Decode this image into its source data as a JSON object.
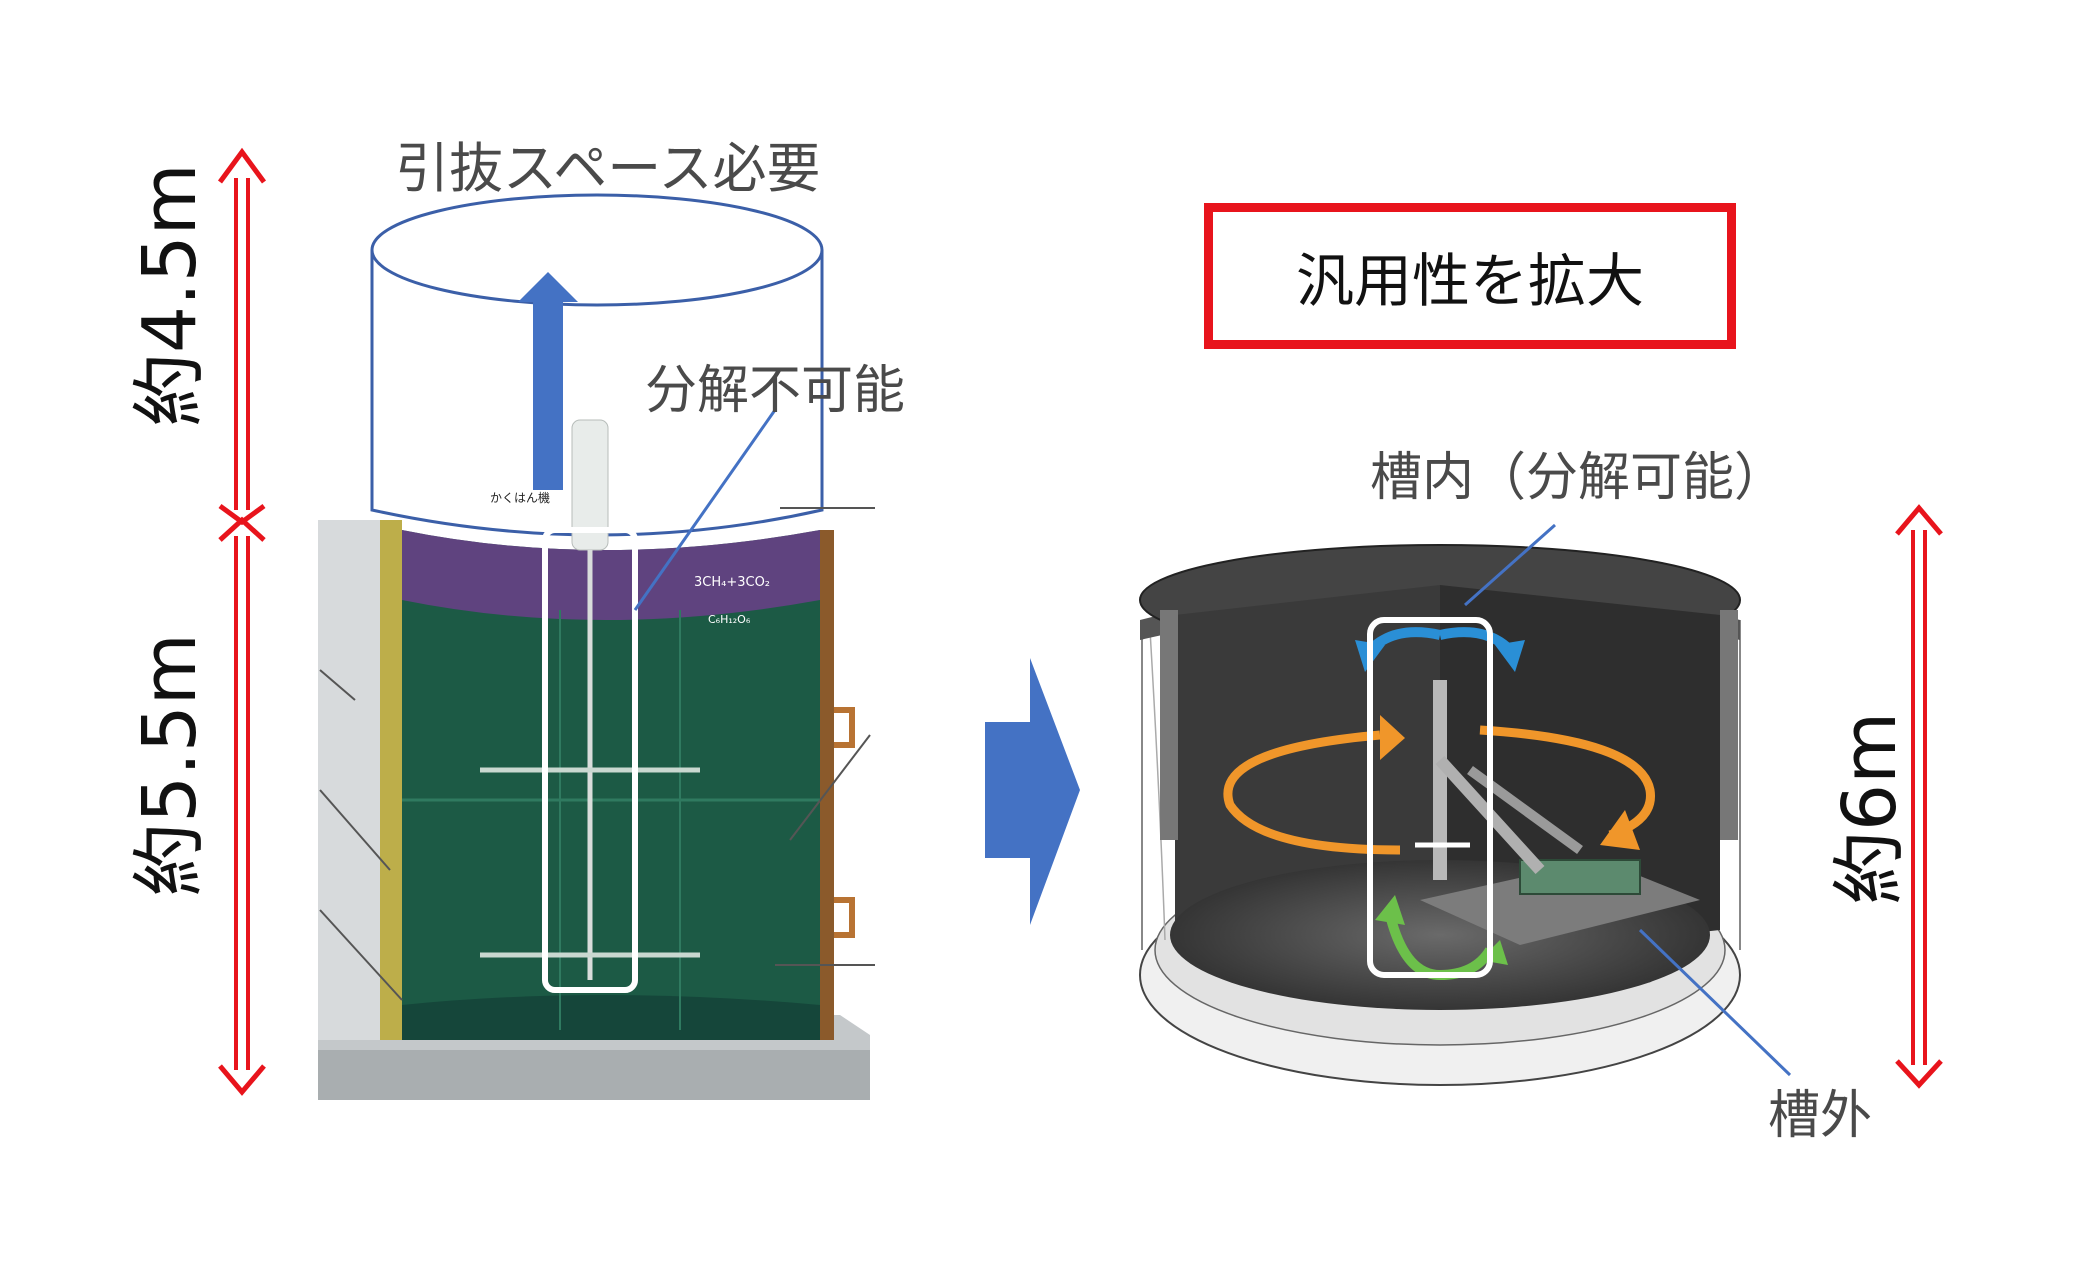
{
  "labels": {
    "top_space": "引抜スペース必要",
    "no_decomposition": "分解不可能",
    "agitator_label": "かくはん機",
    "equation_top": "3CH₄+3CO₂",
    "equation_bottom": "C₆H₁₂O₆",
    "inside_tank": "槽内（分解可能）",
    "outside_tank": "槽外"
  },
  "dimensions": {
    "height_upper": "約4.5m",
    "height_lower": "約5.5m",
    "height_right": "約6m"
  },
  "callout": {
    "text": "汎用性を拡大"
  },
  "colors": {
    "red_arrow": "#e8141c",
    "blue_arrow": "#4472c4",
    "tank_green": "#1c5a45",
    "orange_flow": "#f0962a",
    "cyan_flow": "#2a8fd6",
    "green_flow": "#6cc04a"
  }
}
